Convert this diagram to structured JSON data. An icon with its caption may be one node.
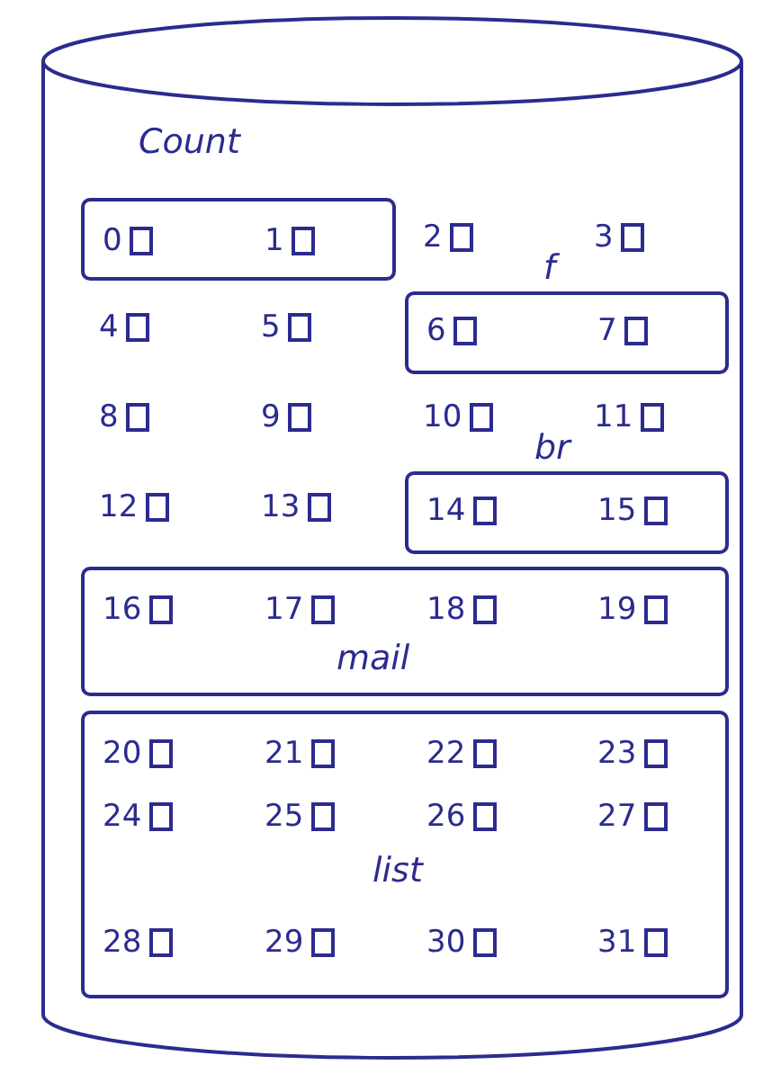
{
  "diagram": {
    "nodes": [
      {
        "text": [],
        "shape": "cylinder"
      },
      {
        "text": [
          "Count"
        ],
        "in": 0
      },
      {
        "text": [
          "0"
        ],
        "in": 1
      },
      {
        "text": [
          "1"
        ],
        "in": 1
      },
      {
        "text": [
          "2"
        ],
        "in": 0
      },
      {
        "text": [
          "3"
        ],
        "in": 0
      },
      {
        "text": [
          "4"
        ],
        "in": 0
      },
      {
        "text": [
          "5"
        ],
        "in": 0
      },
      {
        "text": [
          "f"
        ],
        "in": 0
      },
      {
        "text": [
          "6"
        ],
        "in": 8
      },
      {
        "text": [
          "7"
        ],
        "in": 8
      },
      {
        "text": [
          "8"
        ],
        "in": 0
      },
      {
        "text": [
          "9"
        ],
        "in": 0
      },
      {
        "text": [
          "10"
        ],
        "in": 0
      },
      {
        "text": [
          "11"
        ],
        "in": 0
      },
      {
        "text": [
          "12"
        ],
        "in": 0
      },
      {
        "text": [
          "13"
        ],
        "in": 0
      },
      {
        "text": [
          "br"
        ],
        "in": 0
      },
      {
        "text": [
          "14"
        ],
        "in": 17
      },
      {
        "text": [
          "15"
        ],
        "in": 17
      },
      {
        "text": [
          "mail"
        ],
        "in": 0
      },
      {
        "text": [
          "16"
        ],
        "in": 20
      },
      {
        "text": [
          "17"
        ],
        "in": 20
      },
      {
        "text": [
          "18"
        ],
        "in": 20
      },
      {
        "text": [
          "19"
        ],
        "in": 20
      },
      {
        "text": [
          "list"
        ],
        "in": 0
      },
      {
        "text": [
          "20"
        ],
        "in": 25
      },
      {
        "text": [
          "21"
        ],
        "in": 25
      },
      {
        "text": [
          "22"
        ],
        "in": 25
      },
      {
        "text": [
          "23"
        ],
        "in": 25
      },
      {
        "text": [
          "24"
        ],
        "in": 25
      },
      {
        "text": [
          "25"
        ],
        "in": 25
      },
      {
        "text": [
          "26"
        ],
        "in": 25
      },
      {
        "text": [
          "27"
        ],
        "in": 25
      },
      {
        "text": [
          "28"
        ],
        "in": 25
      },
      {
        "text": [
          "29"
        ],
        "in": 25
      },
      {
        "text": [
          "30"
        ],
        "in": 25
      },
      {
        "text": [
          "31"
        ],
        "in": 25
      }
    ]
  }
}
